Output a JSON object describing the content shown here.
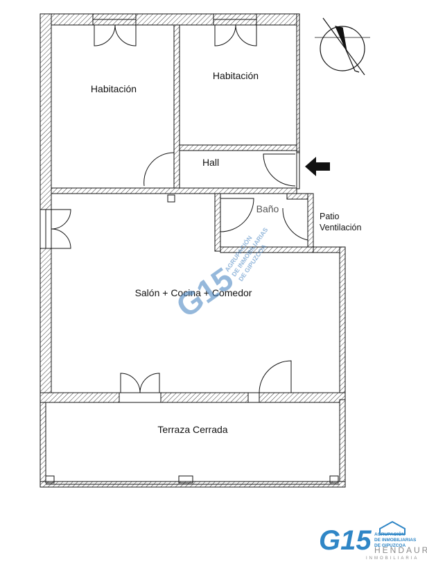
{
  "rooms": {
    "bedroom_1": "Habitación",
    "bedroom_2": "Habitación",
    "hall": "Hall",
    "bathroom": "Baño",
    "patio_line_1": "Patio",
    "patio_line_2": "Ventilación",
    "living": "Salón + Cocina + Comedor",
    "terrace": "Terraza Cerrada"
  },
  "watermark": {
    "mark": "G15",
    "line_1": "AGRUPACIÓN",
    "line_2": "DE INMOBILIARIAS",
    "line_3": "DE GIPUZCOA"
  },
  "logo": {
    "mark": "G15",
    "line_1": "AGRUPACIÓN",
    "line_2": "DE INMOBILIARIAS",
    "line_3": "DE GIPUZCOA",
    "brand": "HENDAUR",
    "tagline": "INMOBILIARIA"
  },
  "colors": {
    "wall_hatch": "#3a3a3a",
    "line": "#111111",
    "watermark_blue": "#3f7fbf",
    "logo_blue": "#2f86c6",
    "logo_grey": "#8a8a8a"
  }
}
